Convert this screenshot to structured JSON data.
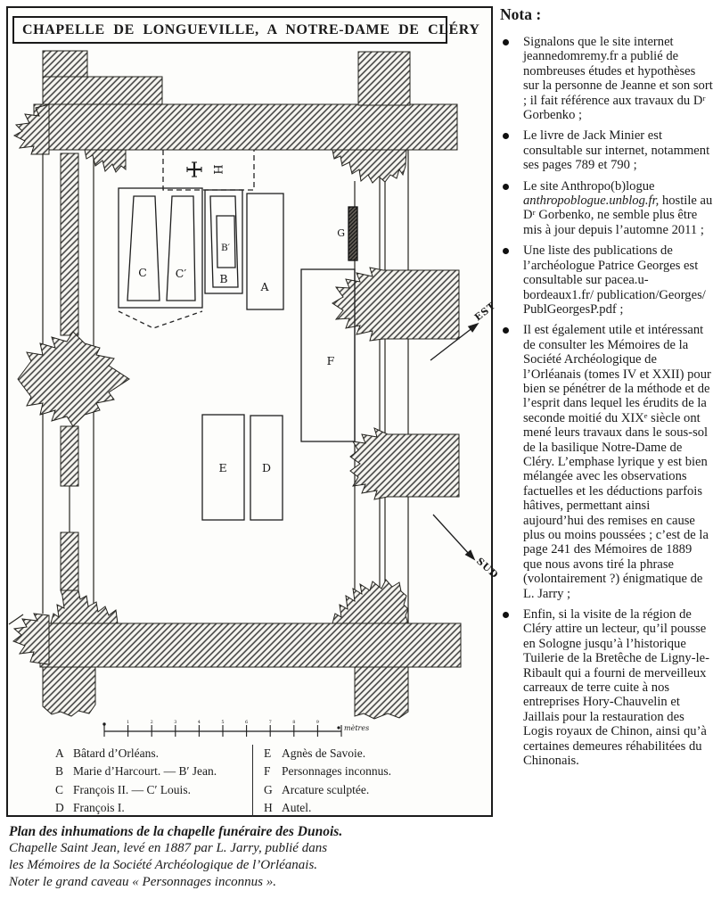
{
  "plan": {
    "title": "CHAPELLE DE LONGUEVILLE, A NOTRE-DAME DE CLÉRY",
    "tombs": {
      "A": "A",
      "B": "B",
      "Bp": "B′",
      "C": "C",
      "Cp": "C′",
      "D": "D",
      "E": "E",
      "F": "F",
      "G": "G"
    },
    "altar_symbol": "H",
    "compass_east": "EST",
    "compass_south": "SUD",
    "scale_unit": "mètres",
    "scale_ticks": [
      "1",
      "2",
      "3",
      "4",
      "5",
      "6",
      "7",
      "8",
      "9"
    ],
    "legend_left": [
      {
        "key": "A",
        "text": "Bâtard d’Orléans."
      },
      {
        "key": "B",
        "text": "Marie d’Harcourt. — B′ Jean."
      },
      {
        "key": "C",
        "text": "François II. — C′ Louis."
      },
      {
        "key": "D",
        "text": "François I."
      }
    ],
    "legend_right": [
      {
        "key": "E",
        "text": "Agnès de Savoie."
      },
      {
        "key": "F",
        "text": "Personnages inconnus."
      },
      {
        "key": "G",
        "text": "Arcature sculptée."
      },
      {
        "key": "H",
        "text": "Autel."
      }
    ]
  },
  "caption": {
    "bold": "Plan des inhumations de la chapelle funéraire des Dunois.",
    "lines": [
      "Chapelle Saint Jean, levé en 1887 par L. Jarry, publié dans",
      "les Mémoires de la Société Archéologique de l’Orléanais.",
      "Noter le grand caveau « Personnages inconnus »."
    ]
  },
  "nota": {
    "heading": "Nota :",
    "items": [
      {
        "segments": [
          {
            "text": "Signalons que le site internet jeannedomremy.fr a publié de nombreuses études et hypothèses sur la personne de Jeanne et son sort ; il fait référence aux travaux du Dʳ Gorbenko ;",
            "italic": false
          }
        ]
      },
      {
        "segments": [
          {
            "text": "Le livre de Jack Minier est consultable sur internet, notamment ses pages 789 et 790 ;",
            "italic": false
          }
        ]
      },
      {
        "segments": [
          {
            "text": "Le site Anthropo(b)logue ",
            "italic": false
          },
          {
            "text": "anthropoblogue.unblog.fr,",
            "italic": true
          },
          {
            "text": " hostile au Dʳ Gorbenko, ne semble plus être mis à jour depuis l’automne 2011 ;",
            "italic": false
          }
        ]
      },
      {
        "segments": [
          {
            "text": "Une liste des publications de l’archéologue Patrice Georges est consultable sur pacea.u-bordeaux1.fr/ publication/Georges/ PublGeorgesP.pdf ;",
            "italic": false
          }
        ]
      },
      {
        "segments": [
          {
            "text": "Il est également utile et intéressant de consulter les Mémoires de la Société Archéologique de l’Orléanais (tomes IV et XXII) pour bien se pénétrer de la méthode et de l’esprit dans lequel les érudits de la seconde moitié du XIXᵉ siècle ont mené leurs travaux dans le sous-sol de la basilique Notre-Dame de Cléry. L’emphase lyrique y est bien mélangée avec les observations factuelles et les déductions parfois hâtives, permettant ainsi aujourd’hui des remises en cause plus ou moins poussées ; c’est de la page 241 des Mémoires de 1889 que nous avons tiré la phrase (volontairement ?) énigmatique de L. Jarry ;",
            "italic": false
          }
        ]
      },
      {
        "segments": [
          {
            "text": "Enfin, si la visite de la région de Cléry attire un lecteur, qu’il pousse en Sologne jusqu’à l’historique Tuilerie de la Bretêche de Ligny-le-Ribault qui a fourni de merveilleux carreaux de terre cuite à nos entreprises Hory-Chauvelin et Jaillais pour la restauration des Logis royaux de Chinon, ainsi qu’à certaines demeures réhabilitées du Chinonais.",
            "italic": false
          }
        ]
      }
    ]
  }
}
